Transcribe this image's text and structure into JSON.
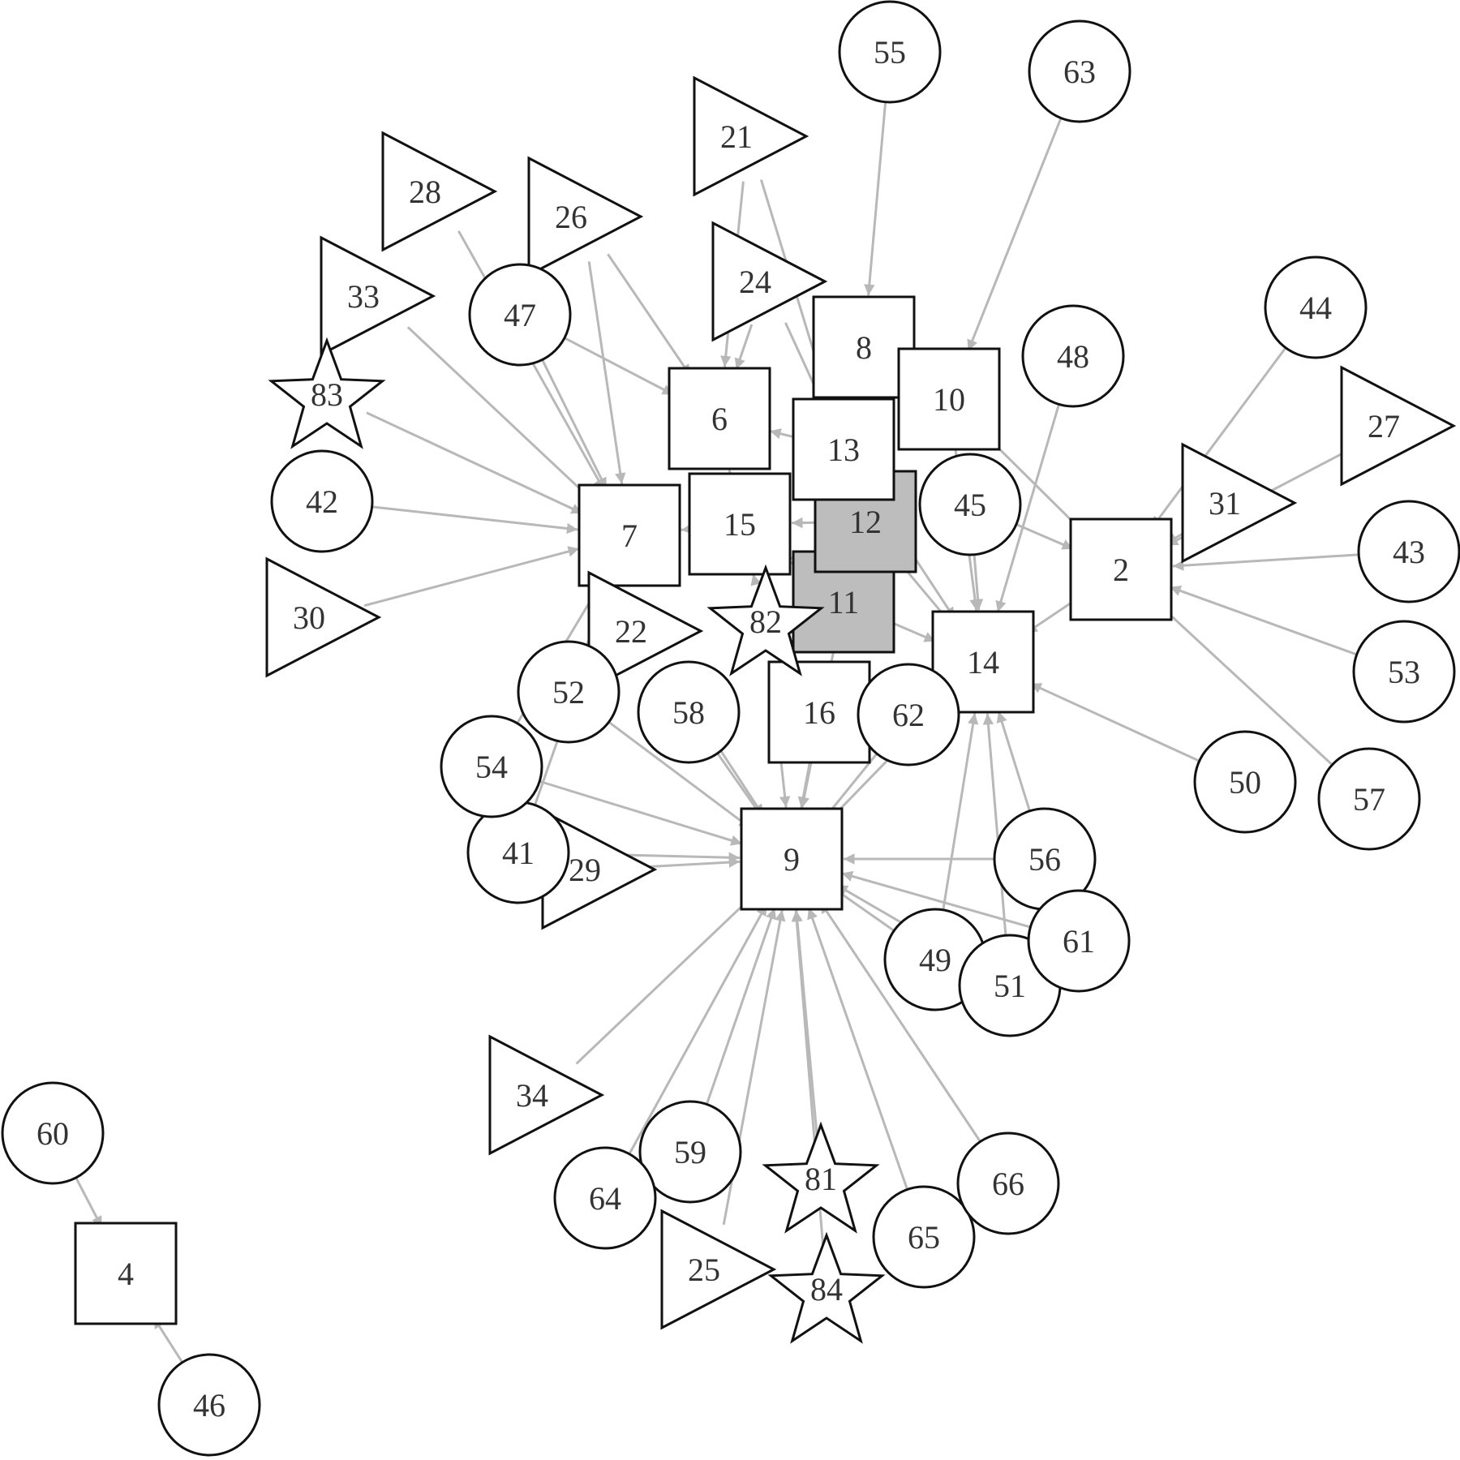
{
  "colors": {
    "edge": "#b8b8b8",
    "node_fill": "#ffffff",
    "node_fill_highlight": "#bdbdbd",
    "node_stroke": "#111111",
    "label": "#333333"
  },
  "nodes": [
    {
      "label": "2",
      "shape": "square"
    },
    {
      "label": "4",
      "shape": "square"
    },
    {
      "label": "6",
      "shape": "square"
    },
    {
      "label": "7",
      "shape": "square"
    },
    {
      "label": "8",
      "shape": "square"
    },
    {
      "label": "9",
      "shape": "square"
    },
    {
      "label": "10",
      "shape": "square"
    },
    {
      "label": "11",
      "shape": "square",
      "highlight": true
    },
    {
      "label": "12",
      "shape": "square",
      "highlight": true
    },
    {
      "label": "13",
      "shape": "square"
    },
    {
      "label": "14",
      "shape": "square"
    },
    {
      "label": "15",
      "shape": "square"
    },
    {
      "label": "16",
      "shape": "square"
    },
    {
      "label": "21",
      "shape": "triangle"
    },
    {
      "label": "22",
      "shape": "triangle"
    },
    {
      "label": "24",
      "shape": "triangle"
    },
    {
      "label": "25",
      "shape": "triangle"
    },
    {
      "label": "26",
      "shape": "triangle"
    },
    {
      "label": "27",
      "shape": "triangle"
    },
    {
      "label": "28",
      "shape": "triangle"
    },
    {
      "label": "29",
      "shape": "triangle"
    },
    {
      "label": "30",
      "shape": "triangle"
    },
    {
      "label": "31",
      "shape": "triangle"
    },
    {
      "label": "33",
      "shape": "triangle"
    },
    {
      "label": "34",
      "shape": "triangle"
    },
    {
      "label": "41",
      "shape": "circle"
    },
    {
      "label": "42",
      "shape": "circle"
    },
    {
      "label": "43",
      "shape": "circle"
    },
    {
      "label": "44",
      "shape": "circle"
    },
    {
      "label": "45",
      "shape": "circle"
    },
    {
      "label": "46",
      "shape": "circle"
    },
    {
      "label": "47",
      "shape": "circle"
    },
    {
      "label": "48",
      "shape": "circle"
    },
    {
      "label": "49",
      "shape": "circle"
    },
    {
      "label": "50",
      "shape": "circle"
    },
    {
      "label": "51",
      "shape": "circle"
    },
    {
      "label": "52",
      "shape": "circle"
    },
    {
      "label": "53",
      "shape": "circle"
    },
    {
      "label": "54",
      "shape": "circle"
    },
    {
      "label": "55",
      "shape": "circle"
    },
    {
      "label": "56",
      "shape": "circle"
    },
    {
      "label": "57",
      "shape": "circle"
    },
    {
      "label": "58",
      "shape": "circle"
    },
    {
      "label": "59",
      "shape": "circle"
    },
    {
      "label": "60",
      "shape": "circle"
    },
    {
      "label": "61",
      "shape": "circle"
    },
    {
      "label": "62",
      "shape": "circle"
    },
    {
      "label": "63",
      "shape": "circle"
    },
    {
      "label": "64",
      "shape": "circle"
    },
    {
      "label": "65",
      "shape": "circle"
    },
    {
      "label": "66",
      "shape": "circle"
    },
    {
      "label": "81",
      "shape": "star"
    },
    {
      "label": "82",
      "shape": "star"
    },
    {
      "label": "83",
      "shape": "star"
    },
    {
      "label": "84",
      "shape": "star"
    }
  ],
  "edges": [
    [
      "60",
      "4"
    ],
    [
      "46",
      "4"
    ],
    [
      "55",
      "8"
    ],
    [
      "63",
      "10"
    ],
    [
      "44",
      "2"
    ],
    [
      "27",
      "2"
    ],
    [
      "43",
      "2"
    ],
    [
      "53",
      "2"
    ],
    [
      "57",
      "2"
    ],
    [
      "10",
      "2"
    ],
    [
      "45",
      "2"
    ],
    [
      "31",
      "2"
    ],
    [
      "50",
      "14"
    ],
    [
      "2",
      "14"
    ],
    [
      "48",
      "14"
    ],
    [
      "45",
      "14"
    ],
    [
      "10",
      "14"
    ],
    [
      "13",
      "14"
    ],
    [
      "12",
      "14"
    ],
    [
      "11",
      "14"
    ],
    [
      "49",
      "14"
    ],
    [
      "51",
      "14"
    ],
    [
      "56",
      "14"
    ],
    [
      "47",
      "6"
    ],
    [
      "26",
      "6"
    ],
    [
      "21",
      "6"
    ],
    [
      "24",
      "6"
    ],
    [
      "13",
      "6"
    ],
    [
      "15",
      "6"
    ],
    [
      "28",
      "7"
    ],
    [
      "33",
      "7"
    ],
    [
      "83",
      "7"
    ],
    [
      "42",
      "7"
    ],
    [
      "30",
      "7"
    ],
    [
      "47",
      "7"
    ],
    [
      "26",
      "7"
    ],
    [
      "52",
      "7"
    ],
    [
      "41",
      "7"
    ],
    [
      "54",
      "7"
    ],
    [
      "15",
      "7"
    ],
    [
      "22",
      "7"
    ],
    [
      "21",
      "13"
    ],
    [
      "24",
      "13"
    ],
    [
      "8",
      "13"
    ],
    [
      "12",
      "15"
    ],
    [
      "11",
      "15"
    ],
    [
      "82",
      "15"
    ],
    [
      "29",
      "9"
    ],
    [
      "41",
      "9"
    ],
    [
      "54",
      "9"
    ],
    [
      "52",
      "9"
    ],
    [
      "58",
      "9"
    ],
    [
      "22",
      "9"
    ],
    [
      "82",
      "9"
    ],
    [
      "16",
      "9"
    ],
    [
      "11",
      "9"
    ],
    [
      "62",
      "9"
    ],
    [
      "14",
      "9"
    ],
    [
      "56",
      "9"
    ],
    [
      "61",
      "9"
    ],
    [
      "49",
      "9"
    ],
    [
      "51",
      "9"
    ],
    [
      "34",
      "9"
    ],
    [
      "64",
      "9"
    ],
    [
      "59",
      "9"
    ],
    [
      "25",
      "9"
    ],
    [
      "81",
      "9"
    ],
    [
      "84",
      "9"
    ],
    [
      "65",
      "9"
    ],
    [
      "66",
      "9"
    ]
  ]
}
